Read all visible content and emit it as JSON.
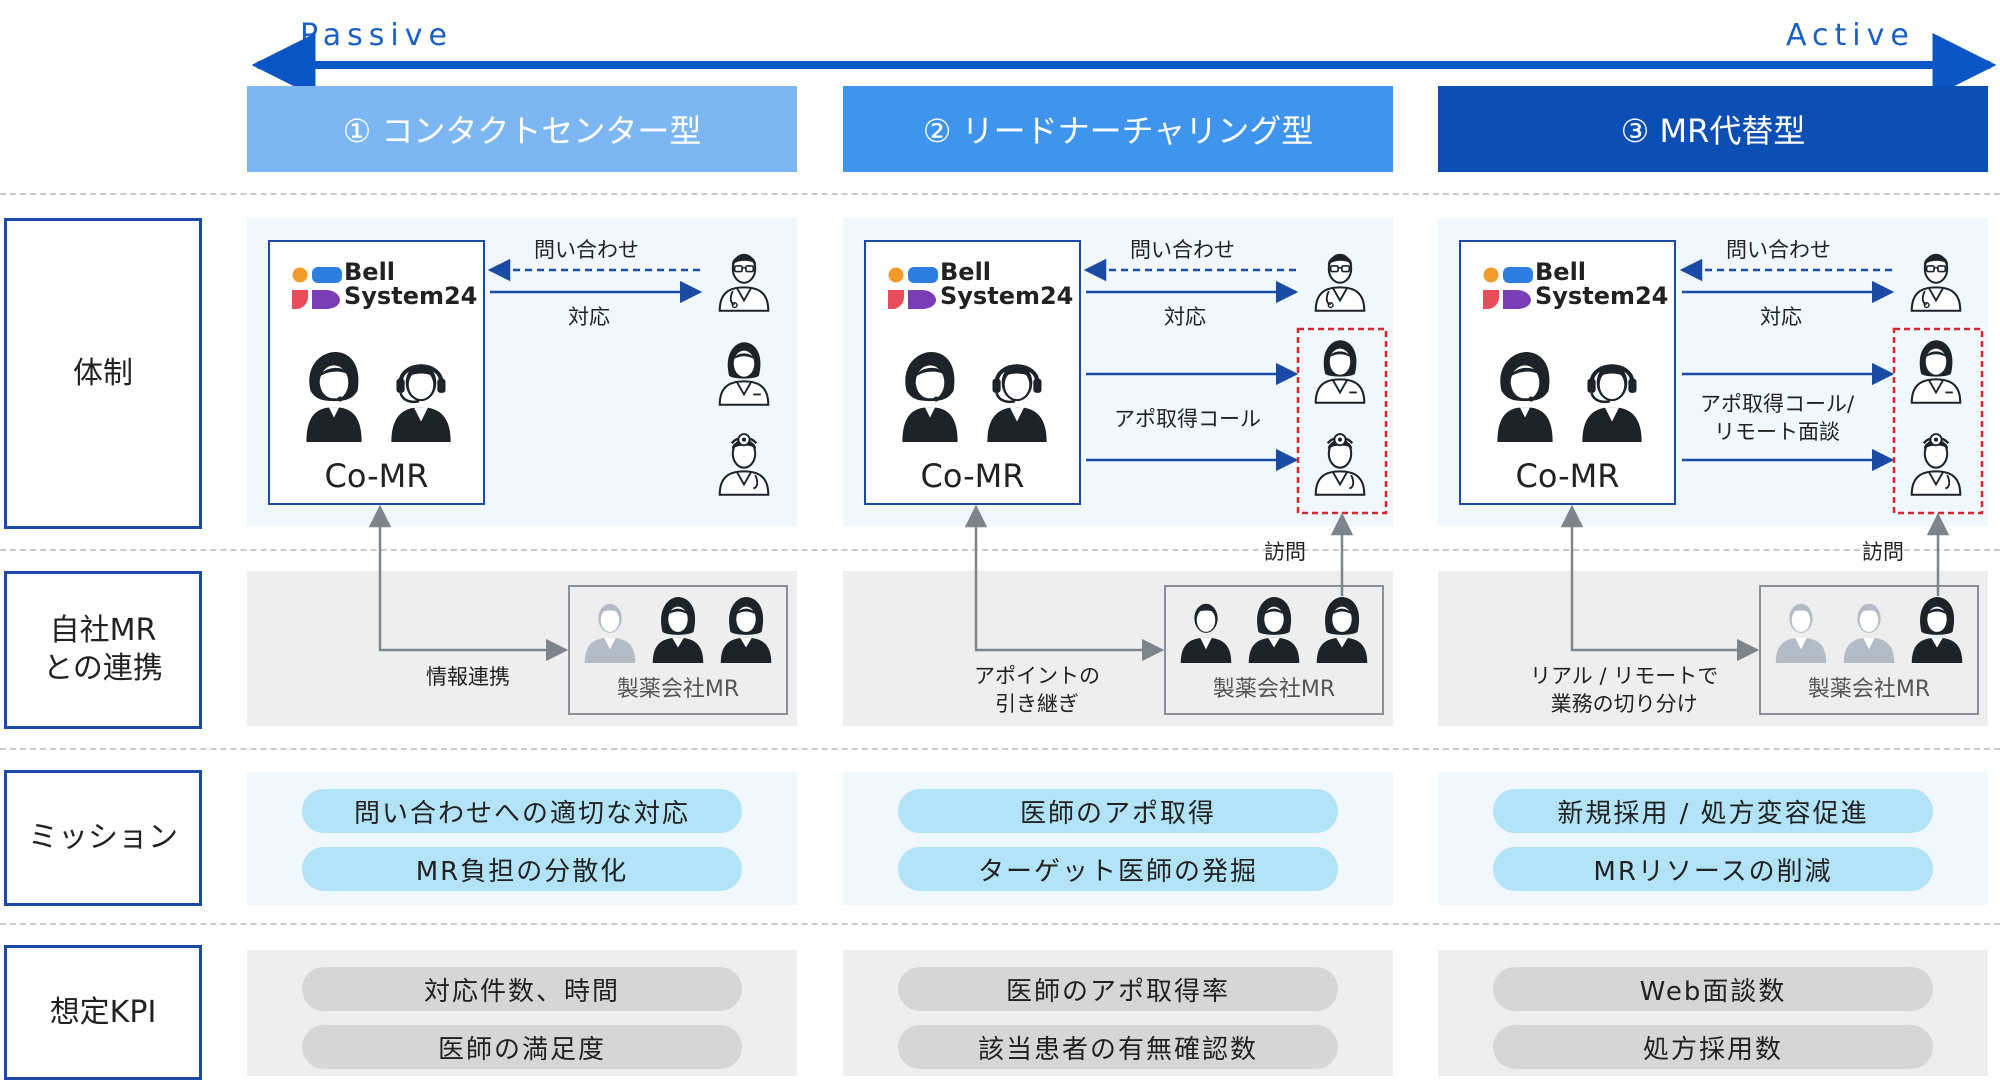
{
  "axis": {
    "left_label": "Passive",
    "right_label": "Active",
    "color": "#0b56c7"
  },
  "models": [
    {
      "label": "① コンタクトセンター型",
      "color": "#7db7f3"
    },
    {
      "label": "② リードナーチャリング型",
      "color": "#3f95ee"
    },
    {
      "label": "③ MR代替型",
      "color": "#0b4fb4"
    }
  ],
  "rows": {
    "structure": "体制",
    "collab_line1": "自社MR",
    "collab_line2": "との連携",
    "mission": "ミッション",
    "kpi": "想定KPI"
  },
  "company": {
    "logo_line1": "Bell",
    "logo_line2": "System24",
    "co_mr": "Co-MR"
  },
  "labels": {
    "inquiry": "問い合わせ",
    "response": "対応",
    "appointment_call": "アポ取得コール",
    "appointment_remote_1": "アポ取得コール/",
    "appointment_remote_2": "リモート面談",
    "visit": "訪問",
    "pharma_mr": "製薬会社MR",
    "info_share": "情報連携",
    "handover_1": "アポイントの",
    "handover_2": "引き継ぎ",
    "split_1": "リアル / リモートで",
    "split_2": "業務の切り分け"
  },
  "missions": [
    [
      "問い合わせへの適切な対応",
      "MR負担の分散化"
    ],
    [
      "医師のアポ取得",
      "ターゲット医師の発掘"
    ],
    [
      "新規採用 / 処方変容促進",
      "MRリソースの削減"
    ]
  ],
  "kpis": [
    [
      "対応件数、時間",
      "医師の満足度"
    ],
    [
      "医師のアポ取得率",
      "該当患者の有無確認数"
    ],
    [
      "Web面談数",
      "処方採用数"
    ]
  ],
  "icons": {
    "logo": "bell-system24-logo",
    "operator": "operator-headset-icon",
    "doctor_glasses": "doctor-glasses-icon",
    "doctor_female": "doctor-female-icon",
    "doctor_mirror": "doctor-head-mirror-icon",
    "mr_person": "mr-person-icon"
  },
  "colors": {
    "frame_blue": "#1b4aa5",
    "mission_pill": "#b3e3f7",
    "kpi_pill": "#d6d6d6",
    "highlight_red": "#d9262b",
    "mr_inactive": "#b3bcc6"
  }
}
